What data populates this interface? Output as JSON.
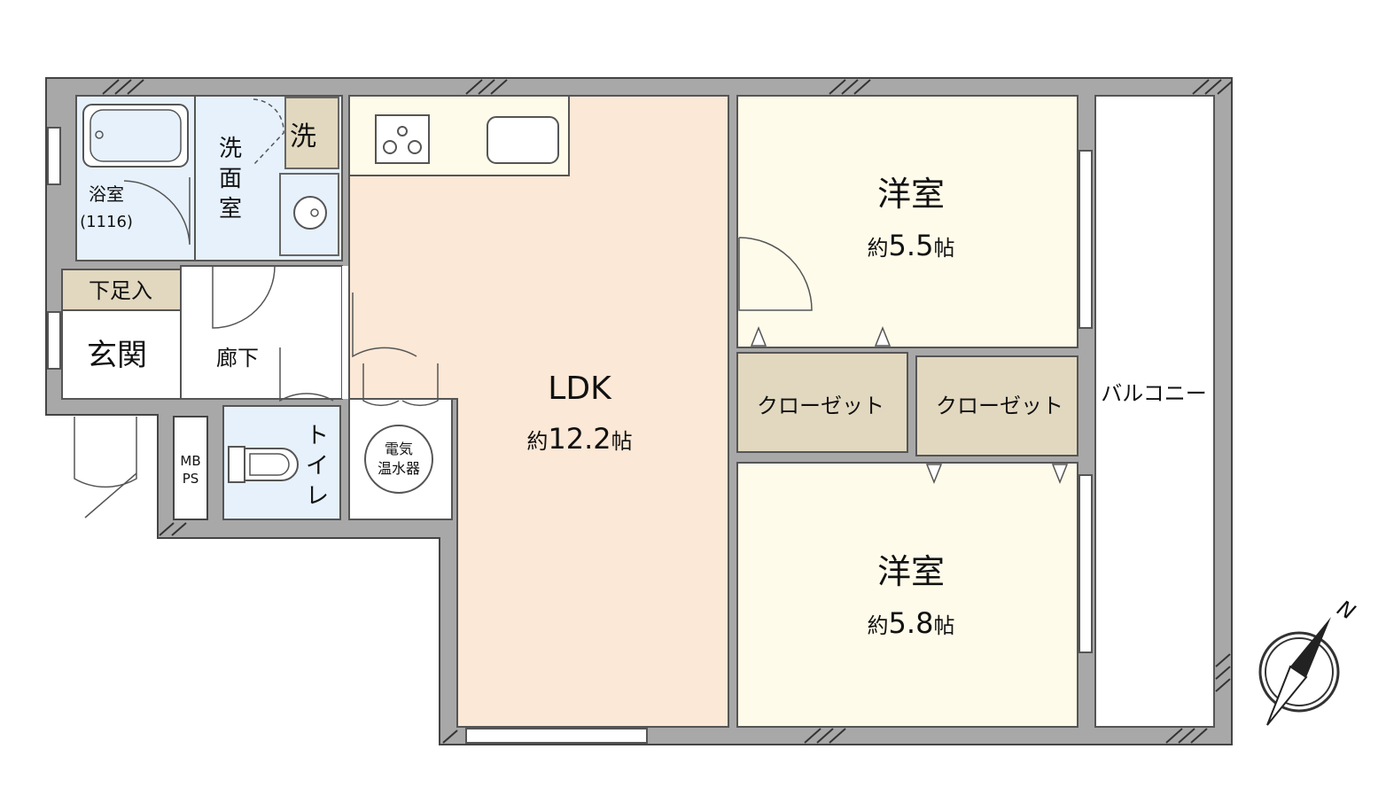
{
  "rooms": {
    "bath": {
      "name": "浴室",
      "size": "(1116)"
    },
    "washroom": {
      "name_lines": [
        "洗",
        "面",
        "室"
      ]
    },
    "washer": {
      "label": "洗"
    },
    "shoe_storage": {
      "label": "下足入"
    },
    "entrance": {
      "label": "玄関"
    },
    "hallway": {
      "label": "廊下"
    },
    "toilet": {
      "name_lines": [
        "ト",
        "イ",
        "レ"
      ]
    },
    "mbps": {
      "lines": [
        "MB",
        "PS"
      ]
    },
    "water_heater": {
      "lines": [
        "電気",
        "温水器"
      ]
    },
    "ldk": {
      "name": "LDK",
      "prefix": "約",
      "size": "12.2",
      "unit": "帖"
    },
    "bedroom1": {
      "name": "洋室",
      "prefix": "約",
      "size": "5.5",
      "unit": "帖"
    },
    "bedroom2": {
      "name": "洋室",
      "prefix": "約",
      "size": "5.8",
      "unit": "帖"
    },
    "closet1": {
      "label": "クローゼット"
    },
    "closet2": {
      "label": "クローゼット"
    },
    "balcony": {
      "label": "バルコニー"
    }
  },
  "compass": {
    "label": "N"
  },
  "colors": {
    "wall": "#a8a8a8",
    "wall_edge": "#555555",
    "ldk_floor": "#fbe8d6",
    "room_floor": "#fefbea",
    "wet_floor": "#e6f1fb",
    "closet_floor": "#e2d8bf",
    "shoe_floor": "#e2d8bf"
  }
}
